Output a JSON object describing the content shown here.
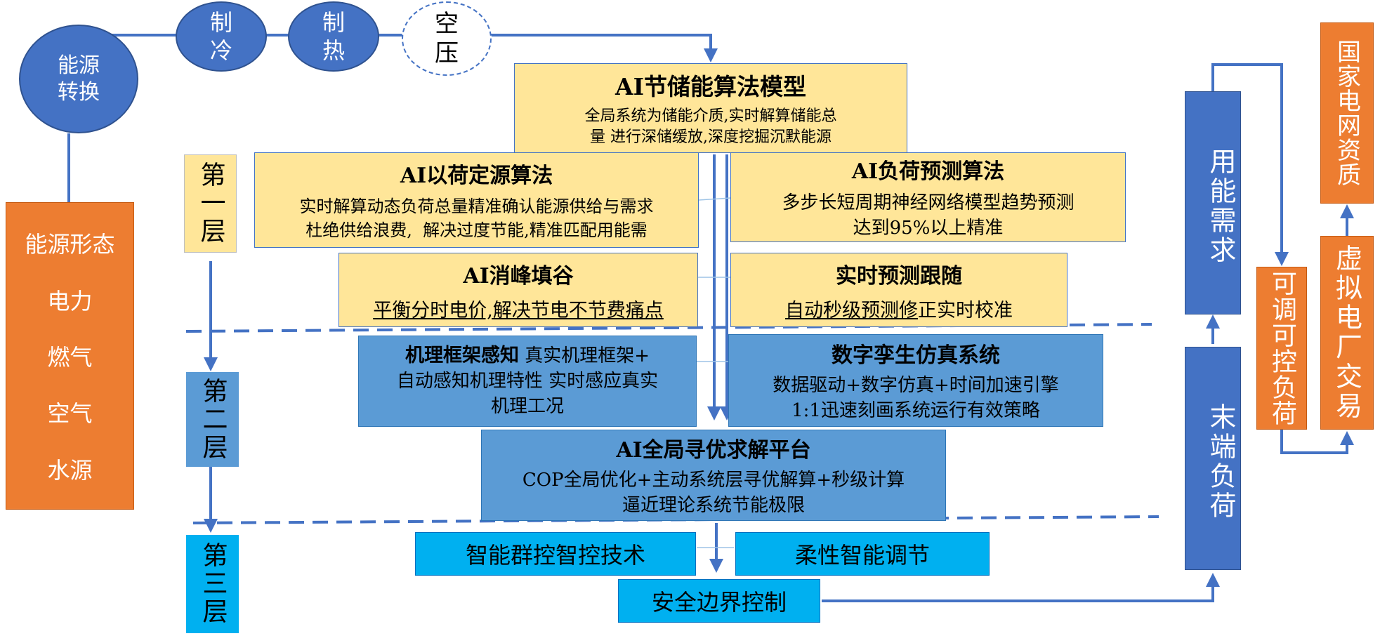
{
  "energy_conversion": "能源转换",
  "cooling": "制冷",
  "heating": "制热",
  "compressed_air": "空压",
  "energy_forms": {
    "title": "能源形态",
    "items": [
      "电力",
      "燃气",
      "空气",
      "水源"
    ]
  },
  "layers": {
    "first": "第一层",
    "second": "第二层",
    "third": "第三层"
  },
  "storage_model": {
    "title": "AI节储能算法模型",
    "line1": "全局系统为储能介质,实时解算储能总",
    "line2": "量 进行深储缓放,深度挖掘沉默能源"
  },
  "load_source": {
    "title": "AI以荷定源算法",
    "line1": "实时解算动态负荷总量精准确认能源供给与需求",
    "line2": "杜绝供给浪费,  解决过度节能,精准匹配用能需"
  },
  "load_forecast": {
    "title": "AI负荷预测算法",
    "line1": "多步长短周期神经网络模型趋势预测",
    "line2": "达到95%以上精准"
  },
  "peak_shaving": {
    "title": "AI消峰填谷",
    "line1": "平衡分时电价,解决节电不节费痛点"
  },
  "realtime_tracking": {
    "title": "实时预测跟随",
    "line1_underlined": "自动秒级预测修",
    "line1_rest": "正实时校准"
  },
  "mechanism": {
    "title": "机理框架感知",
    "title_rest": "真实机理框架+",
    "line2": "自动感知机理特性 实时感应真实",
    "line3": "机理工况"
  },
  "digital_twin": {
    "title": "数字孪生仿真系统",
    "line1": "数据驱动+数字仿真+时间加速引擎",
    "line2": "1:1迅速刻画系统运行有效策略"
  },
  "global_optimizer": {
    "title": "AI全局寻优求解平台",
    "line1": "COP全局优化+主动系统层寻优解算+秒级计算",
    "line2": "逼近理论系统节能极限"
  },
  "group_control": "智能群控智控技术",
  "flexible_control": "柔性智能调节",
  "safety_boundary": "安全边界控制",
  "energy_demand": "用能需求",
  "terminal_load": "末端负荷",
  "adjustable_load": "可调可控负荷",
  "virtual_power_plant": "虚拟电厂交易",
  "national_grid": "国家电网资质",
  "colors": {
    "light_yellow": "#ffe699",
    "mid_blue": "#5b9bd5",
    "cyan": "#00b0f0",
    "orange": "#ed7d31",
    "navy": "#4472c4"
  }
}
